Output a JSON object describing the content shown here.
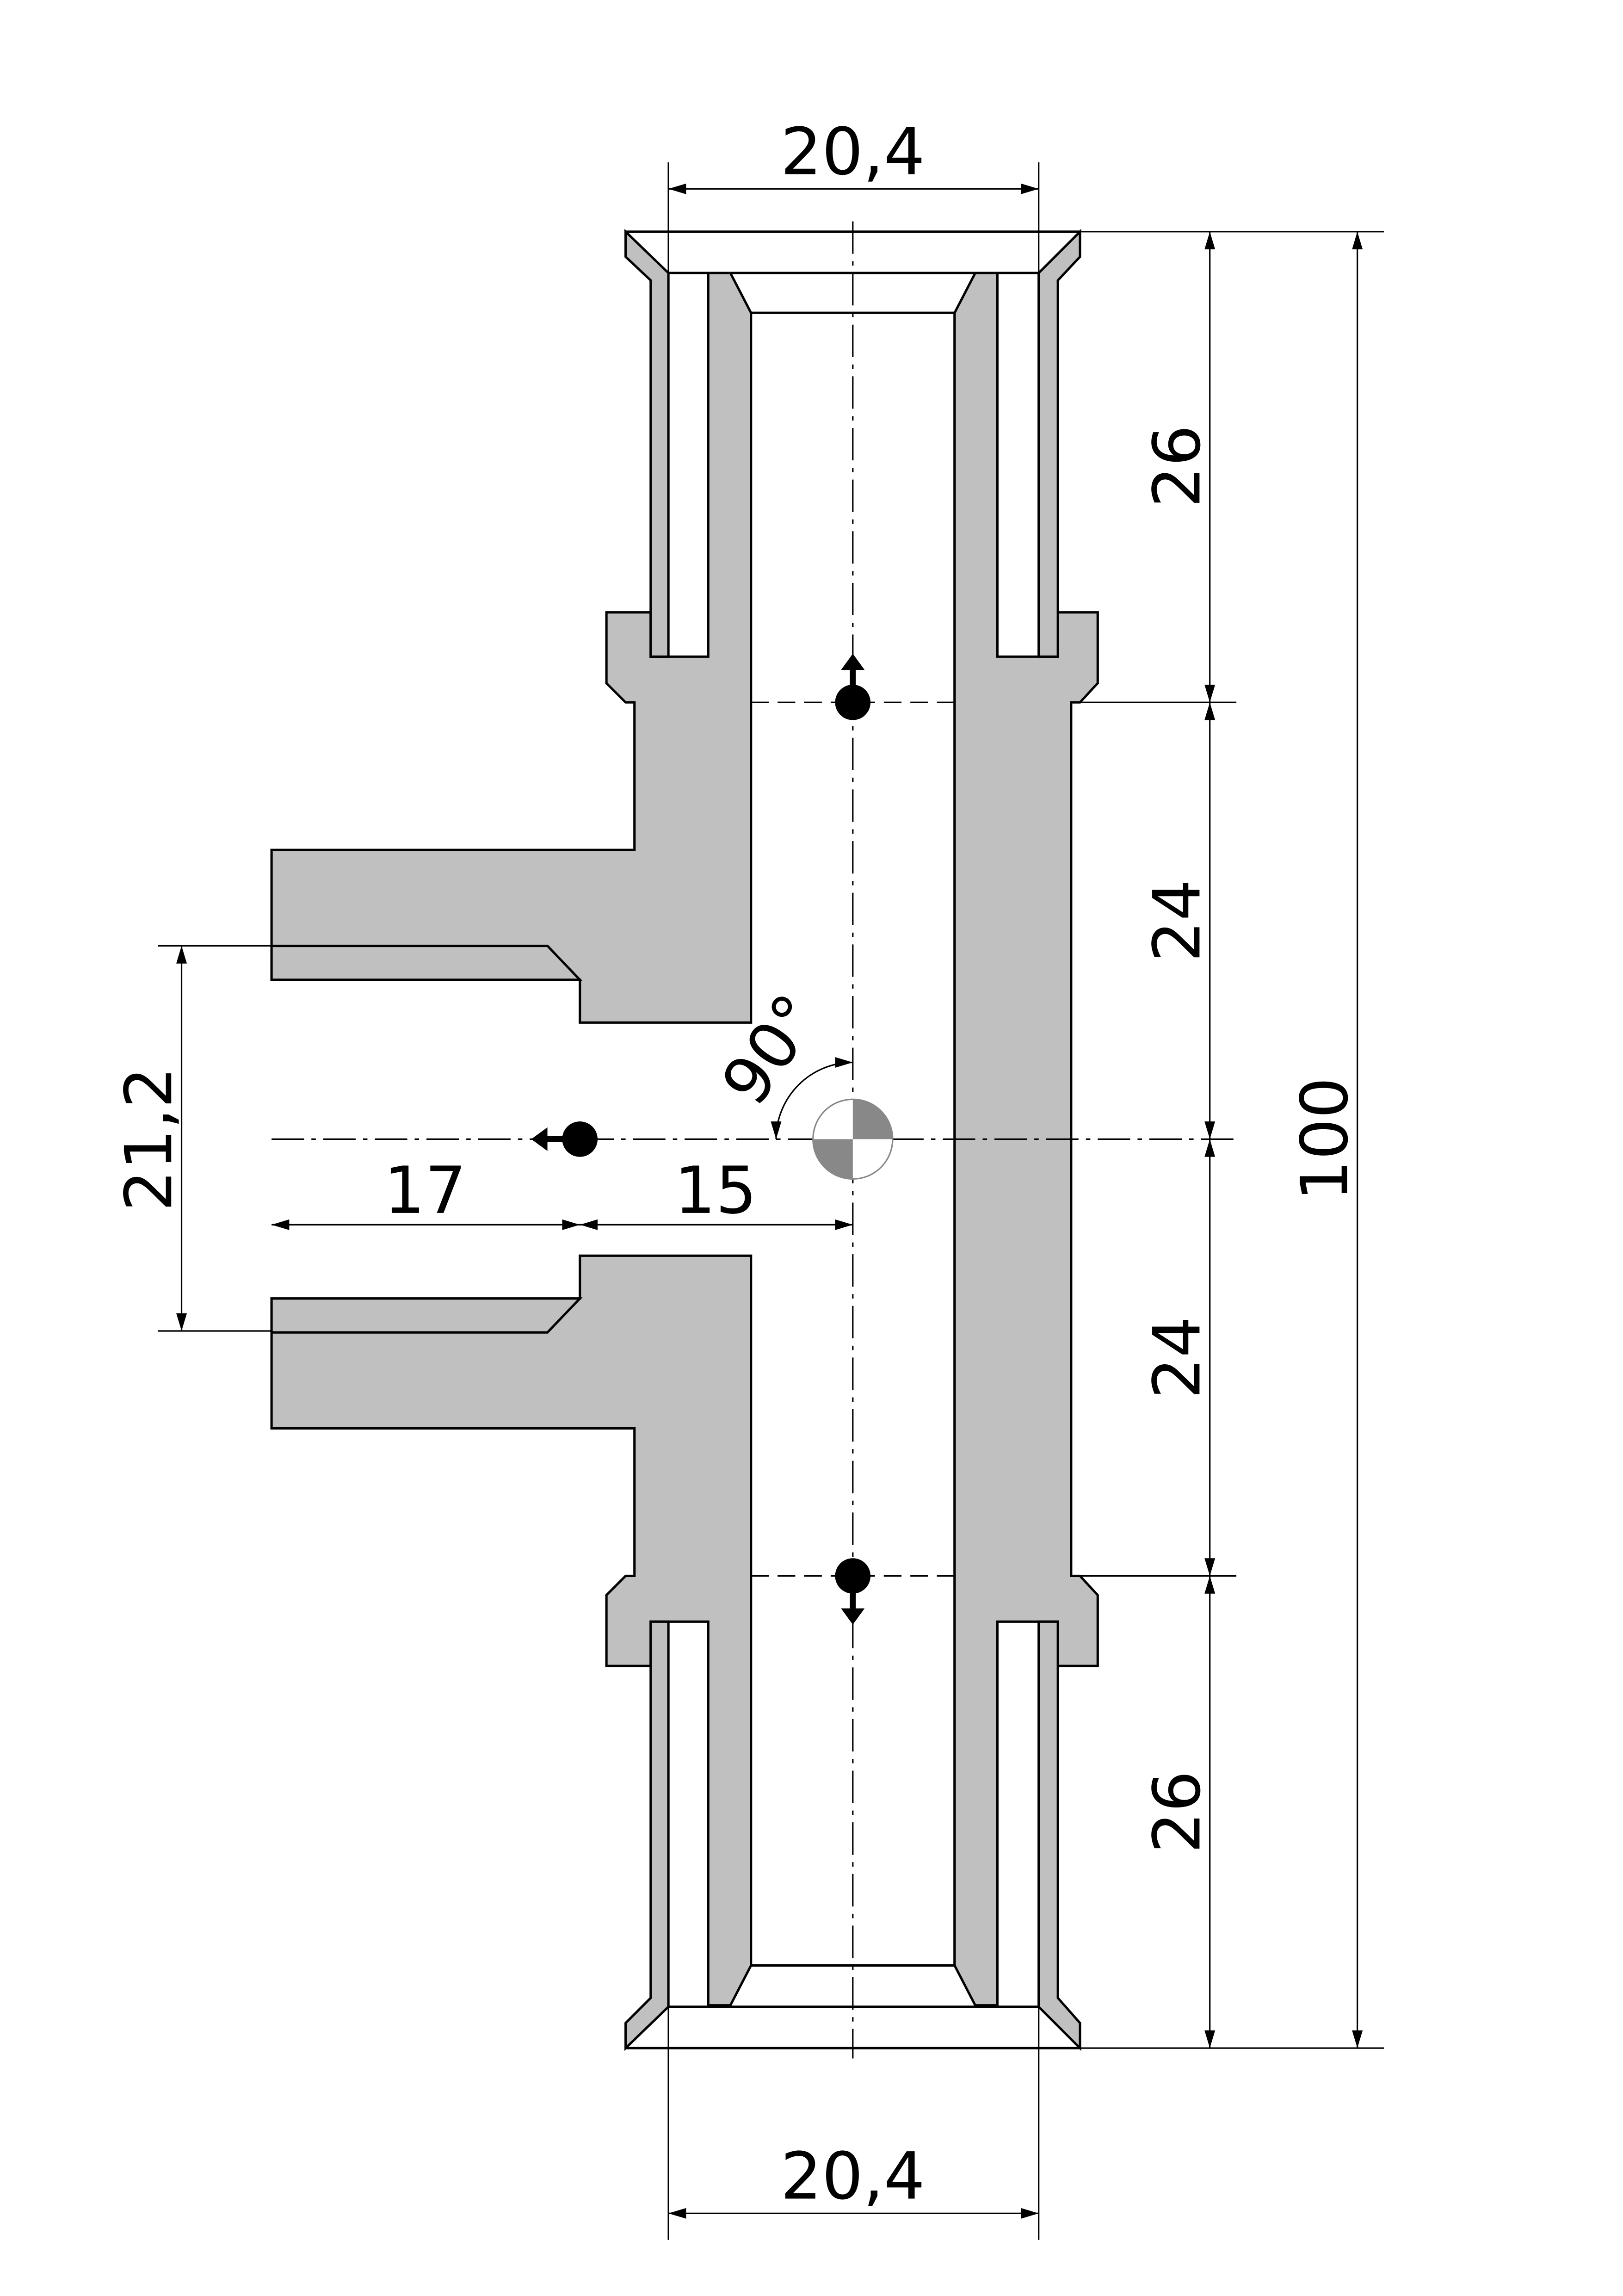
{
  "drawing": {
    "title": "T-fitting section drawing",
    "dimensions": {
      "top_width": "20,4",
      "bottom_width": "20,4",
      "upper_socket": "26",
      "upper_body": "24",
      "lower_body": "24",
      "lower_socket": "26",
      "total_height": "100",
      "branch_thread_diameter": "21,2",
      "branch_thread_length": "17",
      "branch_offset": "15",
      "angle": "90°"
    },
    "colors": {
      "section_fill": "#c0c0c0",
      "line": "#000000"
    }
  }
}
